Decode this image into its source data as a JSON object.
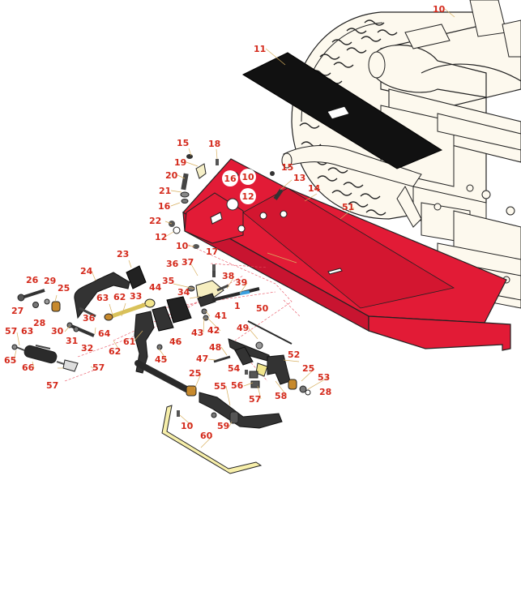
{
  "diagram": {
    "callout_color": "#d42a1c",
    "frame_color": "#e21b36",
    "background_equipment_color": "#fdf9ee",
    "accent_brass": "#c7892c",
    "linkage_yellow": "#f7efaa",
    "callouts": [
      {
        "id": "c10a",
        "text": "10"
      },
      {
        "id": "c11",
        "text": "11"
      },
      {
        "id": "c15a",
        "text": "15"
      },
      {
        "id": "c18",
        "text": "18"
      },
      {
        "id": "c19",
        "text": "19"
      },
      {
        "id": "c20",
        "text": "20"
      },
      {
        "id": "c16a",
        "text": "16"
      },
      {
        "id": "c10b",
        "text": "10"
      },
      {
        "id": "c15b",
        "text": "15"
      },
      {
        "id": "c13",
        "text": "13"
      },
      {
        "id": "c21",
        "text": "21"
      },
      {
        "id": "c12a",
        "text": "12"
      },
      {
        "id": "c14",
        "text": "14"
      },
      {
        "id": "c16b",
        "text": "16"
      },
      {
        "id": "c51",
        "text": "51"
      },
      {
        "id": "c22",
        "text": "22"
      },
      {
        "id": "c12b",
        "text": "12"
      },
      {
        "id": "c10c",
        "text": "10"
      },
      {
        "id": "c17",
        "text": "17"
      },
      {
        "id": "c23",
        "text": "23"
      },
      {
        "id": "c36a",
        "text": "36"
      },
      {
        "id": "c37",
        "text": "37"
      },
      {
        "id": "c24",
        "text": "24"
      },
      {
        "id": "c38",
        "text": "38"
      },
      {
        "id": "c26",
        "text": "26"
      },
      {
        "id": "c29",
        "text": "29"
      },
      {
        "id": "c35",
        "text": "35"
      },
      {
        "id": "c39",
        "text": "39"
      },
      {
        "id": "c44",
        "text": "44"
      },
      {
        "id": "c25a",
        "text": "25"
      },
      {
        "id": "c34",
        "text": "34"
      },
      {
        "id": "c63a",
        "text": "63"
      },
      {
        "id": "c62a",
        "text": "62"
      },
      {
        "id": "c33",
        "text": "33"
      },
      {
        "id": "c1",
        "text": "1"
      },
      {
        "id": "c50",
        "text": "50"
      },
      {
        "id": "c27",
        "text": "27"
      },
      {
        "id": "c36b",
        "text": "36"
      },
      {
        "id": "c41",
        "text": "41"
      },
      {
        "id": "c28a",
        "text": "28"
      },
      {
        "id": "c64",
        "text": "64"
      },
      {
        "id": "c30",
        "text": "30"
      },
      {
        "id": "c42",
        "text": "42"
      },
      {
        "id": "c43",
        "text": "43"
      },
      {
        "id": "c49",
        "text": "49"
      },
      {
        "id": "c57a",
        "text": "57"
      },
      {
        "id": "c63b",
        "text": "63"
      },
      {
        "id": "c31",
        "text": "31"
      },
      {
        "id": "c61",
        "text": "61"
      },
      {
        "id": "c46",
        "text": "46"
      },
      {
        "id": "c32",
        "text": "32"
      },
      {
        "id": "c62b",
        "text": "62"
      },
      {
        "id": "c48",
        "text": "48"
      },
      {
        "id": "c52",
        "text": "52"
      },
      {
        "id": "c65",
        "text": "65"
      },
      {
        "id": "c45",
        "text": "45"
      },
      {
        "id": "c47",
        "text": "47"
      },
      {
        "id": "c66",
        "text": "66"
      },
      {
        "id": "c57b",
        "text": "57"
      },
      {
        "id": "c54",
        "text": "54"
      },
      {
        "id": "c25b",
        "text": "25"
      },
      {
        "id": "c25c",
        "text": "25"
      },
      {
        "id": "c53",
        "text": "53"
      },
      {
        "id": "c57c",
        "text": "57"
      },
      {
        "id": "c56",
        "text": "56"
      },
      {
        "id": "c55",
        "text": "55"
      },
      {
        "id": "c28b",
        "text": "28"
      },
      {
        "id": "c58",
        "text": "58"
      },
      {
        "id": "c57d",
        "text": "57"
      },
      {
        "id": "c10d",
        "text": "10"
      },
      {
        "id": "c59",
        "text": "59"
      },
      {
        "id": "c60",
        "text": "60"
      }
    ]
  }
}
